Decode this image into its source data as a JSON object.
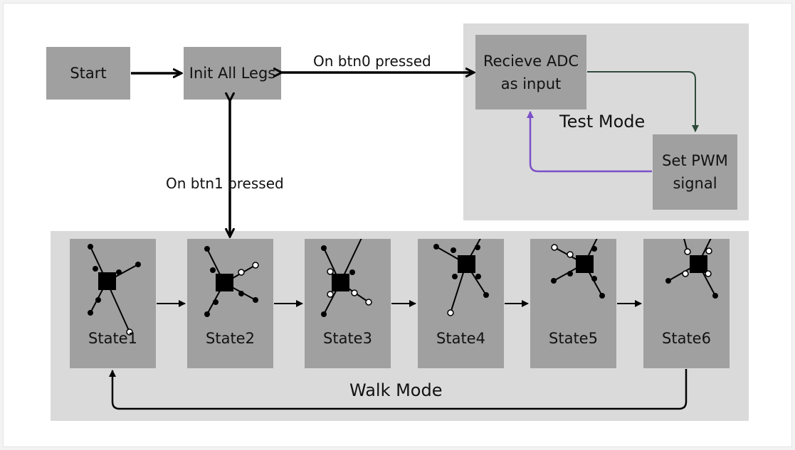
{
  "diagram": {
    "regions": {
      "test_mode": "Test Mode",
      "walk_mode": "Walk Mode"
    },
    "nodes": {
      "start": "Start",
      "init": "Init All Legs",
      "adc": "Recieve ADC\nas input",
      "pwm": "Set PWM\nsignal"
    },
    "states": [
      "State1",
      "State2",
      "State3",
      "State4",
      "State5",
      "State6"
    ],
    "edges": {
      "btn0": "On btn0 pressed",
      "btn1": "On btn1 pressed"
    },
    "colors": {
      "adc_to_pwm": "#2f4a3a",
      "pwm_to_adc": "#7b4fc8"
    },
    "leg_markers": {
      "note": "",
      "icons": [
        "leg-pose-glyph"
      ]
    }
  }
}
